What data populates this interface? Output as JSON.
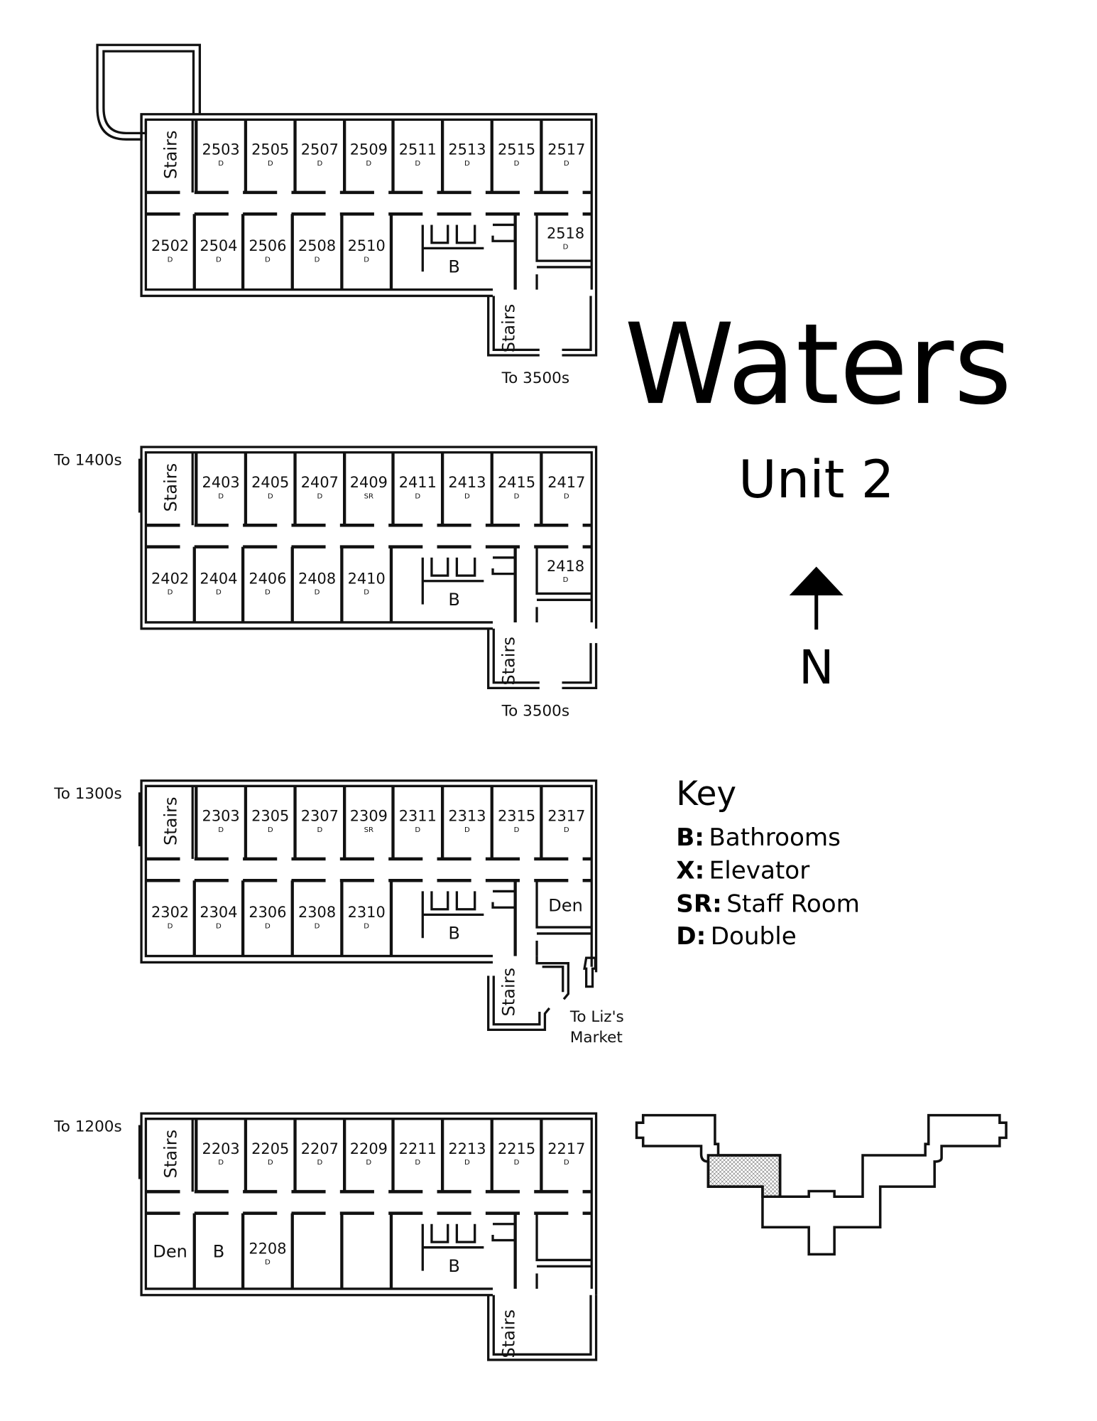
{
  "title": "Waters",
  "subtitle": "Unit 2",
  "north_label": "N",
  "key": {
    "heading": "Key",
    "items": [
      {
        "code": "B:",
        "label": "Bathrooms"
      },
      {
        "code": "X:",
        "label": "Elevator"
      },
      {
        "code": "SR:",
        "label": "Staff Room"
      },
      {
        "code": "D:",
        "label": "Double"
      }
    ]
  },
  "floors": [
    {
      "left_label": "",
      "top_rooms": [
        {
          "number": "2503",
          "type": "D"
        },
        {
          "number": "2505",
          "type": "D"
        },
        {
          "number": "2507",
          "type": "D"
        },
        {
          "number": "2509",
          "type": "D"
        },
        {
          "number": "2511",
          "type": "D"
        },
        {
          "number": "2513",
          "type": "D"
        },
        {
          "number": "2515",
          "type": "D"
        },
        {
          "number": "2517",
          "type": "D"
        }
      ],
      "bottom_rooms": [
        {
          "number": "2502",
          "type": "D"
        },
        {
          "number": "2504",
          "type": "D"
        },
        {
          "number": "2506",
          "type": "D"
        },
        {
          "number": "2508",
          "type": "D"
        },
        {
          "number": "2510",
          "type": "D"
        }
      ],
      "bathroom_label": "B",
      "right_room": {
        "number": "2518",
        "type": "D"
      },
      "stairs_label": "Stairs",
      "exit_label": "To 3500s"
    },
    {
      "left_label": "To 1400s",
      "top_rooms": [
        {
          "number": "2403",
          "type": "D"
        },
        {
          "number": "2405",
          "type": "D"
        },
        {
          "number": "2407",
          "type": "D"
        },
        {
          "number": "2409",
          "type": "SR"
        },
        {
          "number": "2411",
          "type": "D"
        },
        {
          "number": "2413",
          "type": "D"
        },
        {
          "number": "2415",
          "type": "D"
        },
        {
          "number": "2417",
          "type": "D"
        }
      ],
      "bottom_rooms": [
        {
          "number": "2402",
          "type": "D"
        },
        {
          "number": "2404",
          "type": "D"
        },
        {
          "number": "2406",
          "type": "D"
        },
        {
          "number": "2408",
          "type": "D"
        },
        {
          "number": "2410",
          "type": "D"
        }
      ],
      "bathroom_label": "B",
      "right_room": {
        "number": "2418",
        "type": "D"
      },
      "stairs_label": "Stairs",
      "exit_label": "To 3500s"
    },
    {
      "left_label": "To 1300s",
      "top_rooms": [
        {
          "number": "2303",
          "type": "D"
        },
        {
          "number": "2305",
          "type": "D"
        },
        {
          "number": "2307",
          "type": "D"
        },
        {
          "number": "2309",
          "type": "SR"
        },
        {
          "number": "2311",
          "type": "D"
        },
        {
          "number": "2313",
          "type": "D"
        },
        {
          "number": "2315",
          "type": "D"
        },
        {
          "number": "2317",
          "type": "D"
        }
      ],
      "bottom_rooms": [
        {
          "number": "2302",
          "type": "D"
        },
        {
          "number": "2304",
          "type": "D"
        },
        {
          "number": "2306",
          "type": "D"
        },
        {
          "number": "2308",
          "type": "D"
        },
        {
          "number": "2310",
          "type": "D"
        }
      ],
      "bathroom_label": "B",
      "right_room": {
        "label": "Den"
      },
      "stairs_label": "Stairs",
      "exit_label": "To Liz's Market"
    },
    {
      "left_label": "To 1200s",
      "top_rooms": [
        {
          "number": "2203",
          "type": "D"
        },
        {
          "number": "2205",
          "type": "D"
        },
        {
          "number": "2207",
          "type": "D"
        },
        {
          "number": "2209",
          "type": "D"
        },
        {
          "number": "2211",
          "type": "D"
        },
        {
          "number": "2213",
          "type": "D"
        },
        {
          "number": "2215",
          "type": "D"
        },
        {
          "number": "2217",
          "type": "D"
        }
      ],
      "bottom_rooms": [
        {
          "label": "Den"
        },
        {
          "label": "B"
        },
        {
          "number": "2208",
          "type": "D"
        },
        {},
        {}
      ],
      "bathroom_label": "B",
      "right_room": {},
      "stairs_label": "Stairs",
      "exit_label": ""
    }
  ],
  "locator_map": {
    "highlighted_section": "Unit 2",
    "highlight_pattern": "crosshatch"
  }
}
